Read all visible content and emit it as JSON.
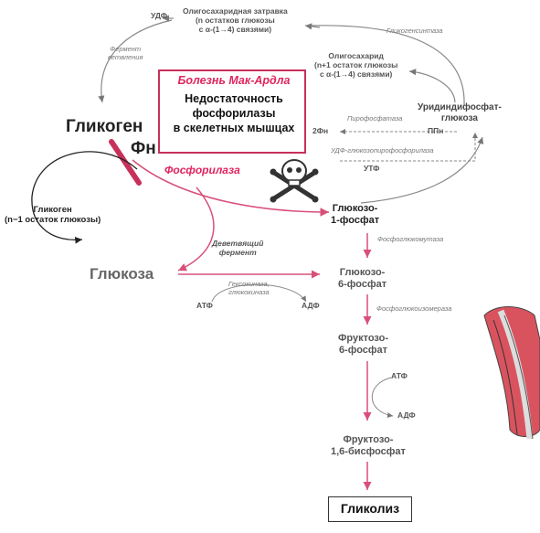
{
  "labels": {
    "udf": "УДФ",
    "oligo_primer": "Олигосахаридная затравка\n(n остатков глюкозы\nс α-(1→4) связями)",
    "oligo_n1": "Олигосахарид\n(n+1 остаток глюкозы\nс α-(1→4) связями)",
    "enzyme_glycogen_synthase": "Гликогенсинтаза",
    "enzyme_branching": "Фермент\nветвления",
    "disease_title": "Болезнь Мак-Ардла",
    "disease_text": "Недостаточность\nфосфорилазы\nв скелетных мышцах",
    "udp_glucose": "Уридиндифосфат-\nглюкоза",
    "pyrophosphatase": "Пирофосфатаза",
    "two_pn": "2Фн",
    "pp_n": "ППн",
    "udp_pyrophosphorylase": "УДФ-глюкозопирофосфорилаза",
    "utp": "УТФ",
    "glycogen": "Гликоген",
    "phosphate": "Фн",
    "phosphorylase": "Фосфорилаза",
    "glycogen_n1": "Гликоген\n(n−1 остаток глюкозы)",
    "glucose_1p": "Глюкозо-\n1-фосфат",
    "phosphoglucomutase": "Фосфоглюкомутаза",
    "debranching": "Деветвящий\nфермент",
    "glucose": "Глюкоза",
    "glucose_6p": "Глюкозо-\n6-фосфат",
    "hexokinase": "Гексокиназа,\nглюкокиназа",
    "atf_left": "АТФ",
    "adf_left": "АДФ",
    "phosphoglucose_isomerase": "Фосфоглюкоизомераза",
    "fructose_6p": "Фруктозо-\n6-фосфат",
    "atf_right": "АТФ",
    "adf_right": "АДФ",
    "fructose_16bp": "Фруктозо-\n1,6-бисфосфат",
    "glycolysis": "Гликолиз"
  },
  "colors": {
    "disease_red": "#e0245e",
    "arrow_red": "#d8507a",
    "muscle_red": "#d9535f",
    "grey_arrow": "#777777"
  },
  "icons": [
    "skull-crossbones-icon",
    "muscle-illustration"
  ]
}
